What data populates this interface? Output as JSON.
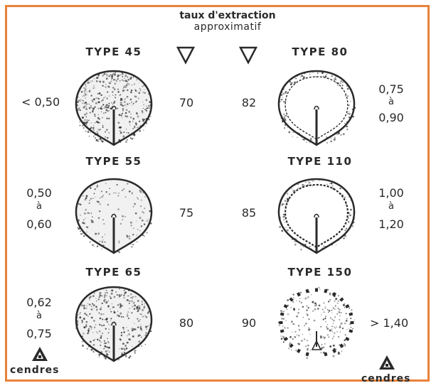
{
  "header": {
    "line1": "taux d'extraction",
    "line2": "approximatif"
  },
  "rows": [
    {
      "left": {
        "type_label": "TYPE 45",
        "ash": [
          "< 0,50"
        ],
        "rate": "70",
        "texture": "dense"
      },
      "right": {
        "type_label": "TYPE 80",
        "ash": [
          "0,75",
          "à",
          "0,90"
        ],
        "rate": "82",
        "texture": "rim-heavy"
      }
    },
    {
      "left": {
        "type_label": "TYPE 55",
        "ash": [
          "0,50",
          "à",
          "0,60"
        ],
        "rate": "75",
        "texture": "light"
      },
      "right": {
        "type_label": "TYPE 110",
        "ash": [
          "1,00",
          "à",
          "1,20"
        ],
        "rate": "85",
        "texture": "rim-dark"
      }
    },
    {
      "left": {
        "type_label": "TYPE 65",
        "ash": [
          "0,62",
          "à",
          "0,75"
        ],
        "rate": "80",
        "texture": "medium"
      },
      "right": {
        "type_label": "TYPE 150",
        "ash": [
          "> 1,40"
        ],
        "rate": "90",
        "texture": "dotted"
      }
    }
  ],
  "footer": {
    "left_label": "cendres",
    "right_label": "cendres"
  },
  "icons": [
    "triangle-down-icon",
    "triangle-down-icon",
    "ash-triangle-icon",
    "ash-triangle-icon"
  ],
  "colors": {
    "frame": "#e9823a",
    "ink": "#2a2a2a"
  }
}
